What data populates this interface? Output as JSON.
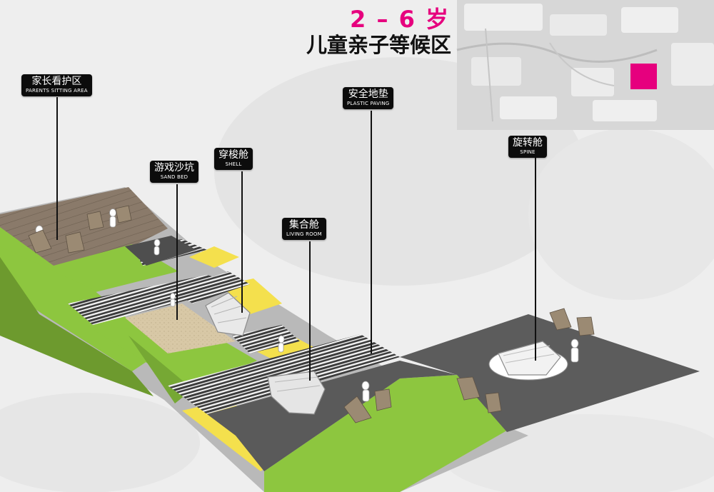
{
  "title": {
    "age_range": "2 – 6 岁",
    "zone_name": "儿童亲子等候区"
  },
  "labels": {
    "parents": {
      "cn": "家长看护区",
      "en": "PARENTS SITTING AREA"
    },
    "sand": {
      "cn": "游戏沙坑",
      "en": "SAND BED"
    },
    "shell": {
      "cn": "穿梭舱",
      "en": "SHELL"
    },
    "living": {
      "cn": "集合舱",
      "en": "LIVING ROOM"
    },
    "paving": {
      "cn": "安全地垫",
      "en": "PLASTIC PAVING"
    },
    "spine": {
      "cn": "旋转舱",
      "en": "SPINE"
    }
  },
  "colors": {
    "lawn_green": "#8dc63f",
    "rubber_yellow": "#f4e04d",
    "asphalt_gray": "#5a5a5a",
    "wood_deck": "#8a7a6a",
    "sand": "#d8c8a6",
    "highlight_magenta": "#e6007e",
    "label_bg": "#0c0c0c"
  },
  "key_map": {
    "highlight_marker": "magenta-square"
  }
}
